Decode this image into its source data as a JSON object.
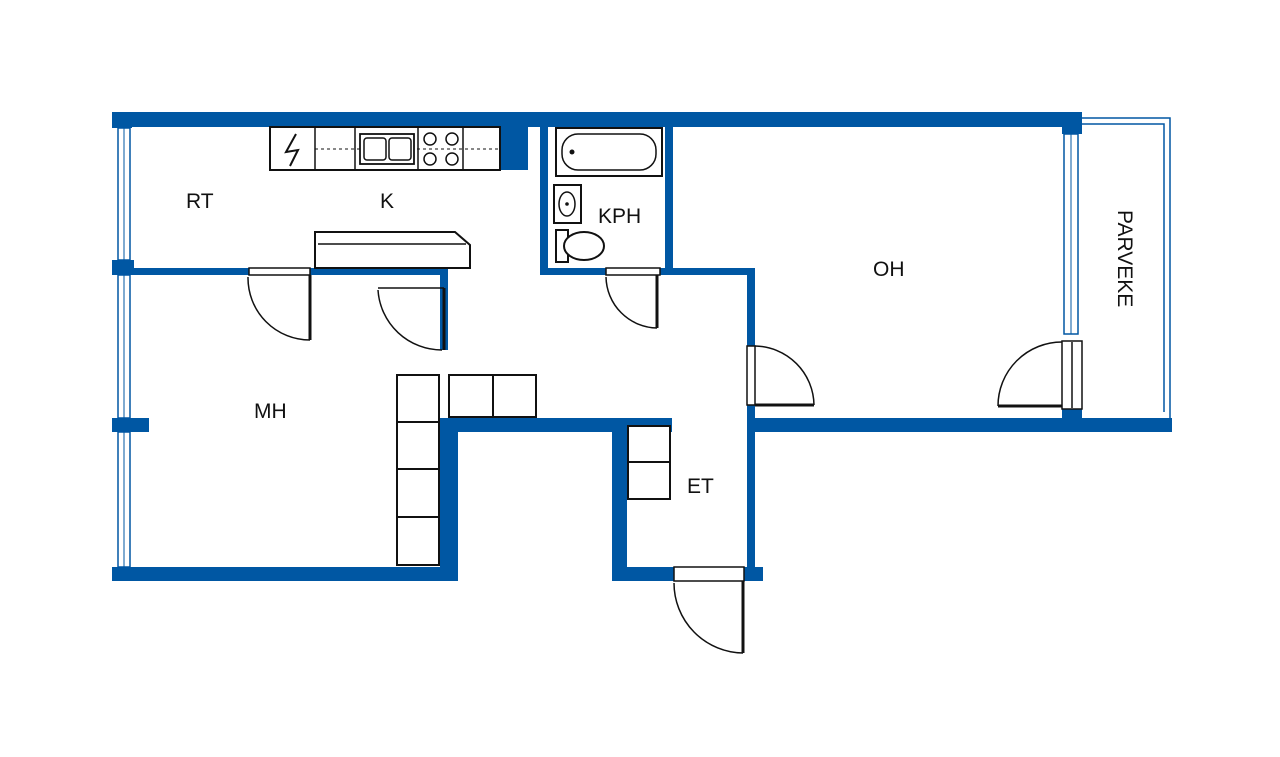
{
  "colors": {
    "wall": "#0057a3",
    "line": "#111111",
    "background": "#ffffff"
  },
  "rooms": {
    "rt": "RT",
    "k": "K",
    "kph": "KPH",
    "oh": "OH",
    "mh": "MH",
    "et": "ET",
    "parveke": "PARVEKE"
  },
  "icons": {
    "stove": "stove-icon",
    "sink": "sink-icon",
    "fridge": "electric-symbol-icon",
    "bathtub": "bathtub-icon",
    "washbasin": "washbasin-icon",
    "toilet": "toilet-icon"
  }
}
